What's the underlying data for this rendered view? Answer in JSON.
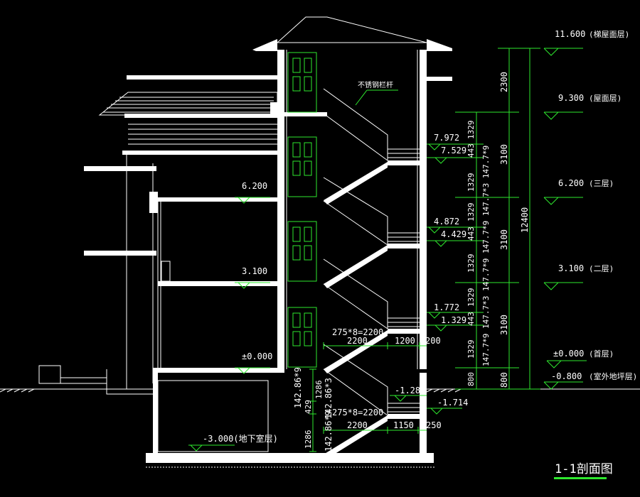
{
  "drawing": {
    "title": "1-1剖面图",
    "annotation_railing": "不锈钢栏杆",
    "accent_color": "#2ee82e",
    "line_color": "#ffffff",
    "background": "#000000"
  },
  "elevations_right": [
    {
      "value": "11.600",
      "label": "(梯屋面层)"
    },
    {
      "value": "9.300",
      "label": "(屋面层)"
    },
    {
      "value": "6.200",
      "label": "(三层)"
    },
    {
      "value": "3.100",
      "label": "(二层)"
    },
    {
      "value": "±0.000",
      "label": "(首层)"
    },
    {
      "value": "-0.800",
      "label": "(室外地坪层)"
    }
  ],
  "elevations_inner": {
    "floor3": "6.200",
    "floor2": "3.100",
    "floor1": "±0.000",
    "basement": "-3.000(地下室层)",
    "landing_7972": "7.972",
    "landing_7529": "7.529",
    "landing_4872": "4.872",
    "landing_4429": "4.429",
    "landing_1772": "1.772",
    "landing_1329": "1.329",
    "landing_m1286": "-1.286",
    "landing_m1714": "-1.714"
  },
  "dimensions": {
    "storey": [
      "2300",
      "3100",
      "3100",
      "3100",
      "800"
    ],
    "total": "12400",
    "stair_segments": [
      "1329",
      "443",
      "1329",
      "1329",
      "443",
      "1329",
      "1329",
      "443",
      "1329",
      "800"
    ],
    "stair_riser_text": "147.7*9 147.7*3 147.7*9 147.7*9 147.7*3 147.7*9",
    "run_upper": "275*8=2200",
    "run_upper_2200": "2200",
    "run_upper_1200": "1200",
    "run_upper_200": "200",
    "run_lower": "275*8=2200",
    "run_lower_2200": "2200",
    "run_lower_1150": "1150",
    "run_lower_250": "250",
    "basement_riser_a": "142.86*9",
    "basement_riser_b": "142.86*3",
    "basement_riser_c": "142.86*9",
    "basement_seg_1286a": "1286",
    "basement_seg_429": "429",
    "basement_seg_1286b": "1286"
  }
}
